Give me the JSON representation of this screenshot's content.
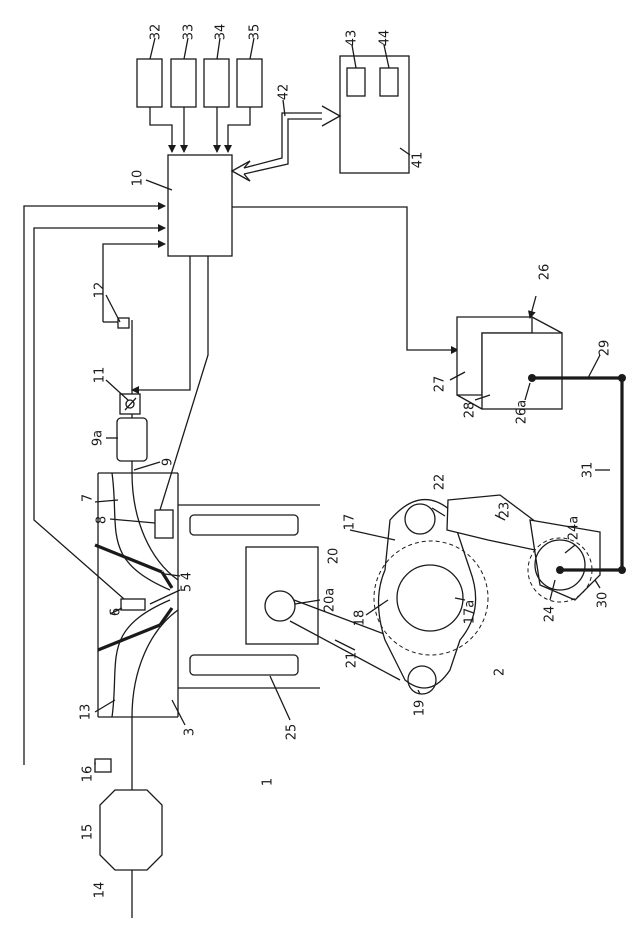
{
  "labels": {
    "n1": "1",
    "n2": "2",
    "n3": "3",
    "n4": "4",
    "n5": "5",
    "n6": "6",
    "n7": "7",
    "n8": "8",
    "n9": "9",
    "n9a": "9a",
    "n10": "10",
    "n11": "11",
    "n12": "12",
    "n13": "13",
    "n14": "14",
    "n15": "15",
    "n16": "16",
    "n17": "17",
    "n17a": "17a",
    "n18": "18",
    "n19": "19",
    "n20": "20",
    "n20a": "20a",
    "n21": "21",
    "n22": "22",
    "n23": "23",
    "n24": "24",
    "n24a": "24a",
    "n25": "25",
    "n26": "26",
    "n26a": "26a",
    "n27": "27",
    "n28": "28",
    "n29": "29",
    "n30": "30",
    "n31": "31",
    "n32": "32",
    "n33": "33",
    "n34": "34",
    "n35": "35",
    "n41": "41",
    "n42": "42",
    "n43": "43",
    "n44": "44"
  },
  "colors": {
    "line": "#1a1a1a",
    "background": "#ffffff"
  }
}
